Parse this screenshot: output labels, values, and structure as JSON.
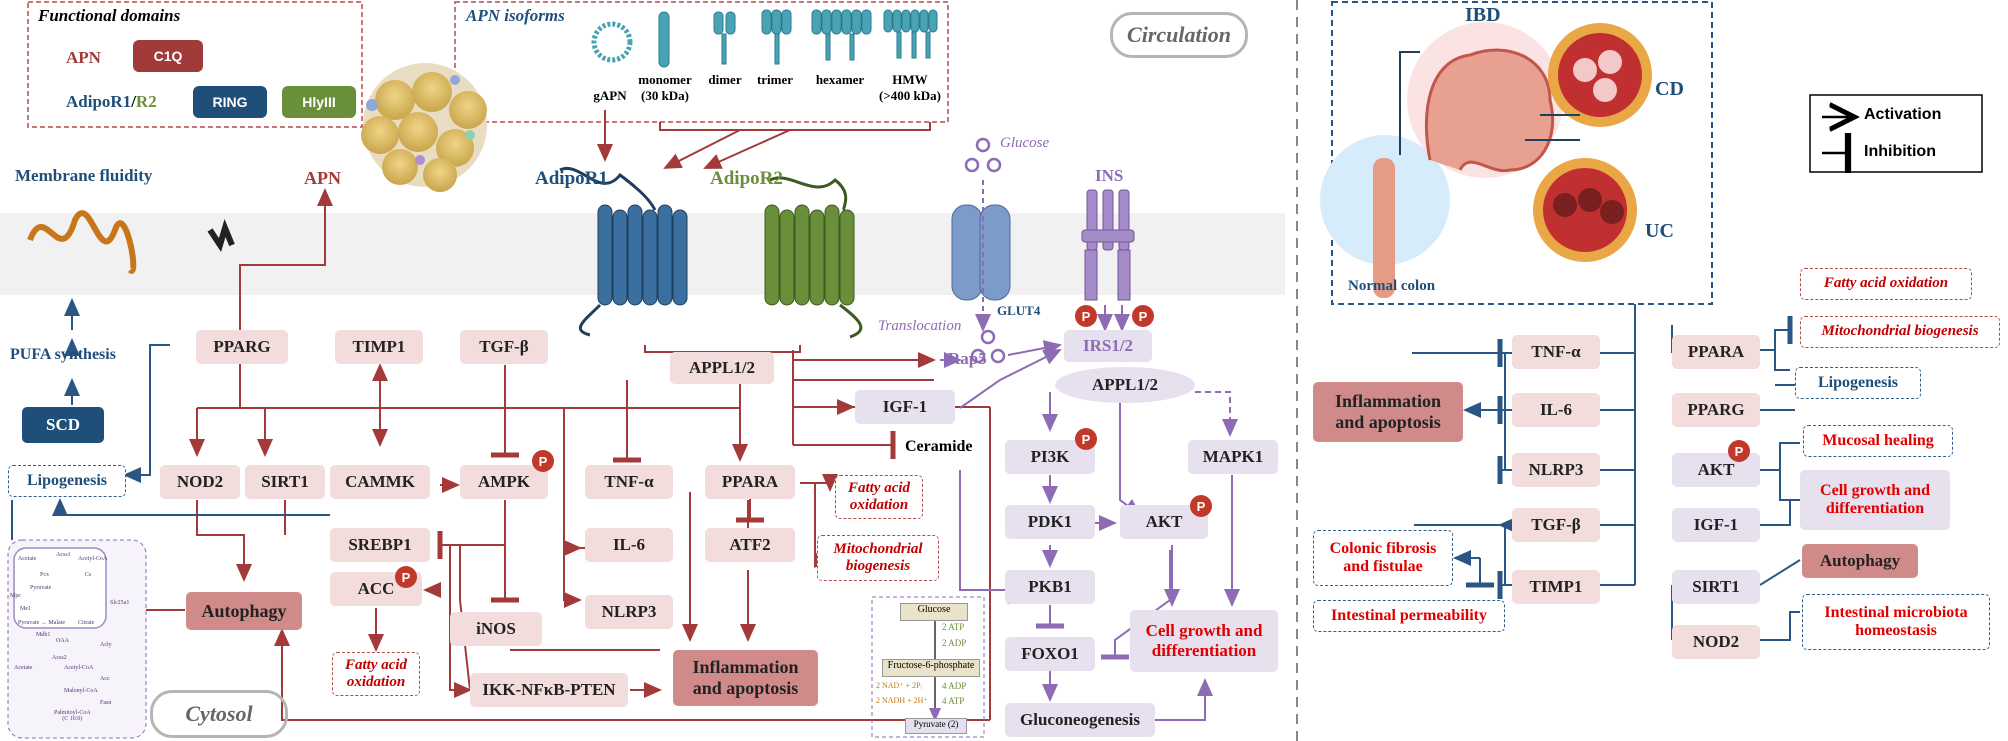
{
  "domains_box": {
    "title": "Functional domains",
    "apn": "APN",
    "c1q": "C1Q",
    "adipor_a": "AdipoR1",
    "adipor_sep": "/",
    "adipor_b": "R2",
    "ring": "RING",
    "hlyiii": "HlyIII"
  },
  "isoforms_box": {
    "title": "APN isoforms",
    "items": [
      "gAPN",
      "monomer\n(30 kDa)",
      "dimer",
      "trimer",
      "hexamer",
      "HMW\n(>400 kDa)"
    ]
  },
  "circulation": "Circulation",
  "cytosol": "Cytosol",
  "membrane_fluidity": "Membrane fluidity",
  "apn_label": "APN",
  "adipor1": "AdipoR1",
  "adipor2": "AdipoR2",
  "glucose": "Glucose",
  "ins": "INS",
  "glut4": "GLUT4",
  "translocation": "Translocation",
  "p": "P",
  "nodes": {
    "pparg": "PPARG",
    "timp1": "TIMP1",
    "tgfb": "TGF-β",
    "appl12": "APPL1/2",
    "rap5": "Rap5",
    "irs12": "IRS1/2",
    "appl12b": "APPL1/2",
    "igf1": "IGF-1",
    "ceramide": "Ceramide",
    "pufa": "PUFA synthesis",
    "scd": "SCD",
    "lipogenesis": "Lipogenesis",
    "nod2": "NOD2",
    "sirt1": "SIRT1",
    "cammk": "CAMMK",
    "ampk": "AMPK",
    "tnfa": "TNF-α",
    "ppara": "PPARA",
    "fao1": "Fatty acid\noxidation",
    "mito": "Mitochondrial\nbiogenesis",
    "srebp1": "SREBP1",
    "il6": "IL-6",
    "atf2": "ATF2",
    "acc": "ACC",
    "autophagy": "Autophagy",
    "inos": "iNOS",
    "nlrp3": "NLRP3",
    "fao2": "Fatty acid\noxidation",
    "ikk": "IKK-NFκB-PTEN",
    "inflam": "Inflammation\nand apoptosis",
    "pi3k": "PI3K",
    "pdk1": "PDK1",
    "akt": "AKT",
    "mapk1": "MAPK1",
    "pkb1": "PKB1",
    "foxo1": "FOXO1",
    "cellgrowth": "Cell growth and\ndifferentiation",
    "gluconeo": "Gluconeogenesis"
  },
  "glycolysis": {
    "glucose": "Glucose",
    "atp2": "2 ATP",
    "adp2": "2 ADP",
    "f6p": "Fructose-6-phosphate",
    "nad": "2 NAD⁺ + 2Pᵢ",
    "nadh": "2 NADH + 2H⁺",
    "adp4": "4 ADP",
    "atp4": "4 ATP",
    "pyruvate": "Pyruvate (2)"
  },
  "mito_inset": {
    "labels": [
      "Acetate",
      "Acss1",
      "Acetyl-CoA",
      "Pcx",
      "Pyruvate",
      "Mpc",
      "Cs",
      "Me1",
      "Pyruvate → Malate",
      "Citrate",
      "Slc25a1",
      "Mdh1",
      "OAA",
      "Acly",
      "Acss2",
      "Acetate",
      "Acetyl-CoA",
      "Acc",
      "Malonyl-CoA",
      "Fasn",
      "Palmitoyl-CoA\n(C 16:0)"
    ]
  },
  "right": {
    "ibd": "IBD",
    "cd": "CD",
    "uc": "UC",
    "normal_colon": "Normal colon",
    "legend_activation": "Activation",
    "legend_inhibition": "Inhibition",
    "tnfa": "TNF-α",
    "il6": "IL-6",
    "nlrp3": "NLRP3",
    "tgfb": "TGF-β",
    "timp1": "TIMP1",
    "ppara": "PPARA",
    "pparg": "PPARG",
    "akt": "AKT",
    "igf1": "IGF-1",
    "sirt1": "SIRT1",
    "nod2": "NOD2",
    "inflam": "Inflammation\nand apoptosis",
    "fao": "Fatty acid oxidation",
    "mito": "Mitochondrial biogenesis",
    "lipogenesis": "Lipogenesis",
    "mucosal": "Mucosal healing",
    "cellgrowth": "Cell growth and\ndifferentiation",
    "autophagy": "Autophagy",
    "microbiota": "Intestinal microbiota\nhomeostasis",
    "fibrosis": "Colonic fibrosis\nand fistulae",
    "permeability": "Intestinal permeability"
  },
  "colors": {
    "apn_red": "#a33a3a",
    "adipor_blue": "#1f4e79",
    "adipor_green": "#6a8f3a",
    "purple": "#8e6bb5",
    "membrane": "#b0b0b0"
  }
}
